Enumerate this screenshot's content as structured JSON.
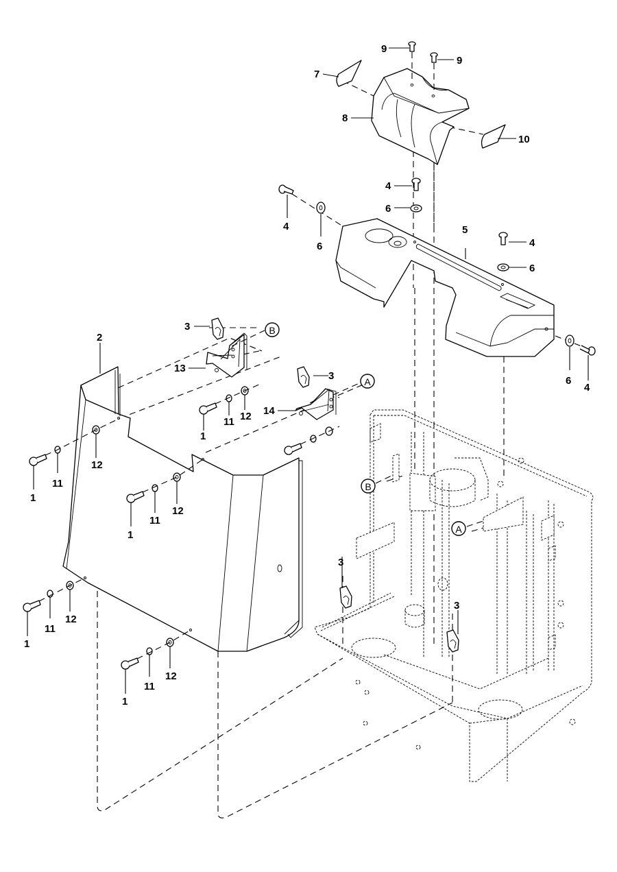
{
  "diagram": {
    "type": "exploded-parts-view",
    "subject": "Tiller head covers and side panel assembly",
    "callouts": {
      "c1a": "1",
      "c1b": "1",
      "c1c": "1",
      "c1d": "1",
      "c1e": "1",
      "c2": "2",
      "c3a": "3",
      "c3b": "3",
      "c3c": "3",
      "c3d": "3",
      "c4a": "4",
      "c4b": "4",
      "c4c": "4",
      "c4d": "4",
      "c5": "5",
      "c6a": "6",
      "c6b": "6",
      "c6c": "6",
      "c6d": "6",
      "c7": "7",
      "c8": "8",
      "c9a": "9",
      "c9b": "9",
      "c10": "10",
      "c11a": "11",
      "c11b": "11",
      "c11c": "11",
      "c11d": "11",
      "c11e": "11",
      "c12a": "12",
      "c12b": "12",
      "c12c": "12",
      "c12d": "12",
      "c12e": "12",
      "c13": "13",
      "c14": "14"
    },
    "reference_markers": {
      "ref_b_top": "B",
      "ref_a_top": "A",
      "ref_b_frame": "B",
      "ref_a_frame": "A"
    },
    "parts": [
      {
        "number": "1",
        "name": "hex-bolt"
      },
      {
        "number": "2",
        "name": "side-panel"
      },
      {
        "number": "3",
        "name": "spring-clip-nut"
      },
      {
        "number": "4",
        "name": "screw"
      },
      {
        "number": "5",
        "name": "top-cover"
      },
      {
        "number": "6",
        "name": "washer"
      },
      {
        "number": "7",
        "name": "left-decal-cap"
      },
      {
        "number": "8",
        "name": "tiller-head-cover"
      },
      {
        "number": "9",
        "name": "countersunk-screw"
      },
      {
        "number": "10",
        "name": "right-decal-cap"
      },
      {
        "number": "11",
        "name": "lock-washer"
      },
      {
        "number": "12",
        "name": "flat-washer"
      },
      {
        "number": "13",
        "name": "bracket-b"
      },
      {
        "number": "14",
        "name": "bracket-a"
      }
    ]
  }
}
